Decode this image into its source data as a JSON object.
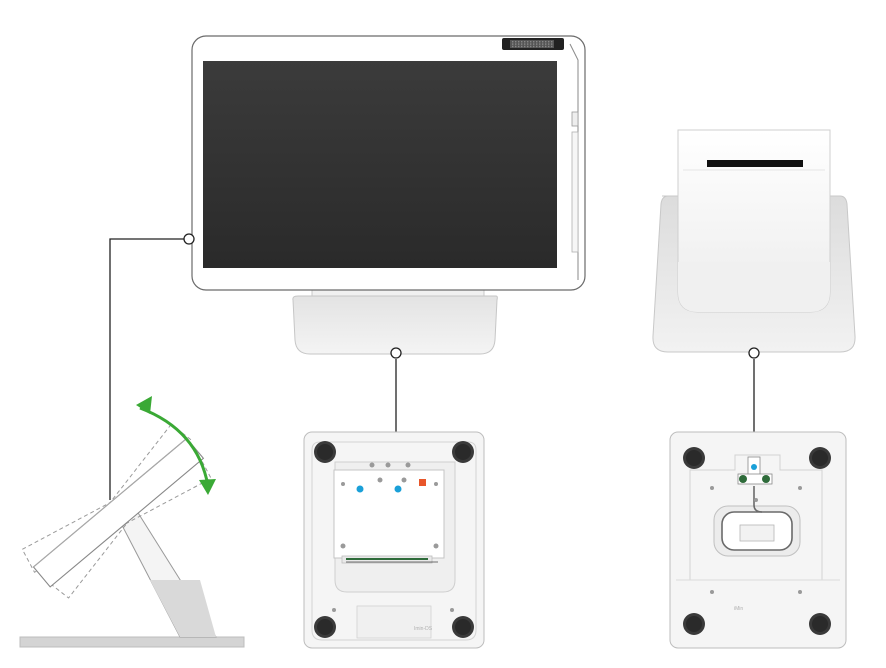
{
  "diagram": {
    "parts": {
      "monitor": "pos-terminal-monitor",
      "printer": "receipt-printer",
      "tilt": "tilt-side-view"
    },
    "colors": {
      "screen": "#3a3a3a",
      "body": "#ffffff",
      "outline": "#5a5a5a",
      "stand": "#e8e8e8",
      "arrow": "#3aa935",
      "blue_marker": "#1aa0d8",
      "orange_marker": "#e8562a",
      "green_marker": "#2e6b3a"
    },
    "icons": [
      "callout-dot-icon",
      "tilt-arrow-icon",
      "rubber-foot-icon"
    ],
    "underside_labels": {
      "monitor_base": "Imin-DS",
      "printer_base": "iMin"
    }
  }
}
